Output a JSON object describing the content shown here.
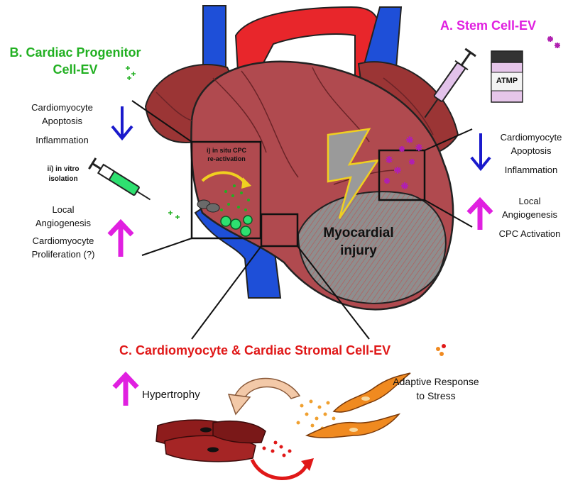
{
  "section_a": {
    "title": "A. Stem Cell-EV",
    "vial_label": "ATMP",
    "effects_down": [
      "Cardiomyocyte",
      "Apoptosis",
      "Inflammation"
    ],
    "effects_up": [
      "Local",
      "Angiogenesis",
      "CPC Activation"
    ]
  },
  "section_b": {
    "title_line1": "B. Cardiac Progenitor",
    "title_line2": "Cell-EV",
    "in_situ_line1": "i) in situ CPC",
    "in_situ_line2": "re-activation",
    "in_vitro_line1": "ii) in vitro",
    "in_vitro_line2": "isolation",
    "effects_down": [
      "Cardiomyocyte",
      "Apoptosis",
      "Inflammation"
    ],
    "effects_up": [
      "Local",
      "Angiogenesis",
      "Cardiomyocyte",
      "Proliferation (?)"
    ]
  },
  "section_c": {
    "title": "C. Cardiomyocyte & Cardiac Stromal Cell-EV",
    "effect_left": "Hypertrophy",
    "effect_right_line1": "Adaptive Response",
    "effect_right_line2": "to Stress"
  },
  "injury_label_line1": "Myocardial",
  "injury_label_line2": "injury",
  "colors": {
    "section_a": "#e020e0",
    "section_b": "#22b022",
    "section_c": "#e01818",
    "down_arrow": "#1a1acc",
    "up_arrow": "#e020e0",
    "heart": "#b04a4f",
    "vessel_blue": "#1e4fd8",
    "aorta_red": "#e8262b"
  }
}
